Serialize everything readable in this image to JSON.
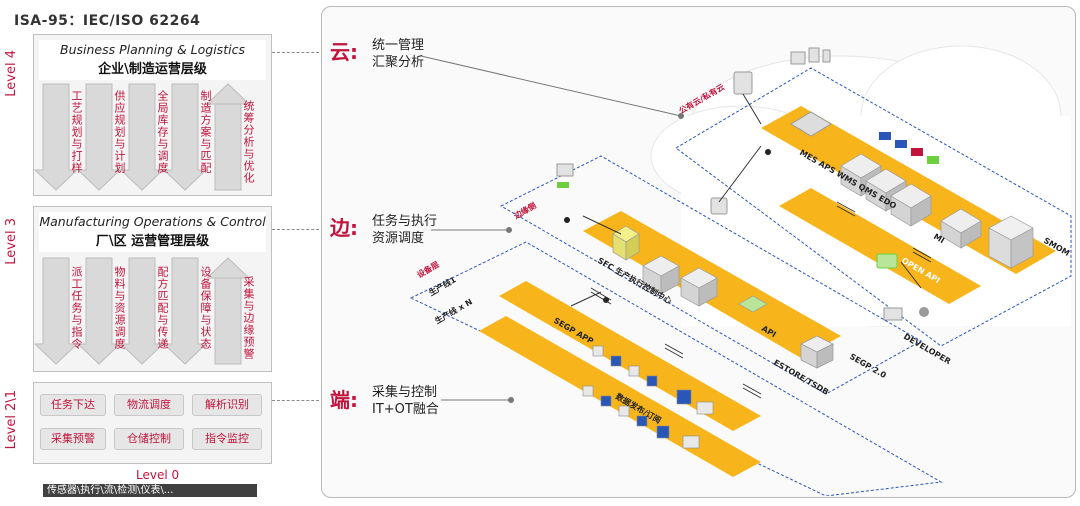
{
  "header": "ISA-95：IEC/ISO 62264",
  "levels": {
    "l4": "Level 4",
    "l3": "Level 3",
    "l21": "Level 2\\1",
    "l0": "Level 0",
    "l0_bar": "传感器\\执行\\流\\检测\\仪表\\..."
  },
  "level4": {
    "title_en": "Business Planning & Logistics",
    "title_cn": "企业\\制造运营层级",
    "arrows": [
      "工艺规划与打样",
      "供应规划与计划",
      "全局库存与调度",
      "制造方案与匹配",
      "统筹分析与优化"
    ]
  },
  "level3": {
    "title_en": "Manufacturing Operations & Control",
    "title_cn": "厂\\区 运营管理层级",
    "arrows": [
      "派工任务与指令",
      "物料与资源调度",
      "配方匹配与传递",
      "设备保障与状态",
      "采集与边缘预警"
    ]
  },
  "level21": {
    "pills": [
      "任务下达",
      "物流调度",
      "解析识别",
      "采集预警",
      "仓储控制",
      "指令监控"
    ]
  },
  "tiers": [
    {
      "key": "云:",
      "line1": "统一管理",
      "line2": "汇聚分析"
    },
    {
      "key": "边:",
      "line1": "任务与执行",
      "line2": "资源调度"
    },
    {
      "key": "端:",
      "line1": "采集与控制",
      "line2": "IT+OT融合"
    }
  ],
  "diagram": {
    "public_cloud": "公有云/私有云",
    "smom": "SMOM",
    "mes": "MES APS WMS QMS EDO",
    "open_api": "OPEN API",
    "mi": "MI",
    "developer": "DEVELOPER",
    "segp": "SEGP 2.0",
    "edge_side": "边缘侧",
    "device_side": "设备层",
    "scada": "SFC 生产执行控制中心",
    "api": "API",
    "line1": "生产线1",
    "lineN": "生产线 x N",
    "edge_app": "SEGP APP",
    "estore": "ESTORE/TSDB",
    "data_pub": "数据发布/订阅"
  },
  "colors": {
    "accent": "#c0143c",
    "band": "#f7b51b",
    "dashed": "#2a56b8"
  }
}
